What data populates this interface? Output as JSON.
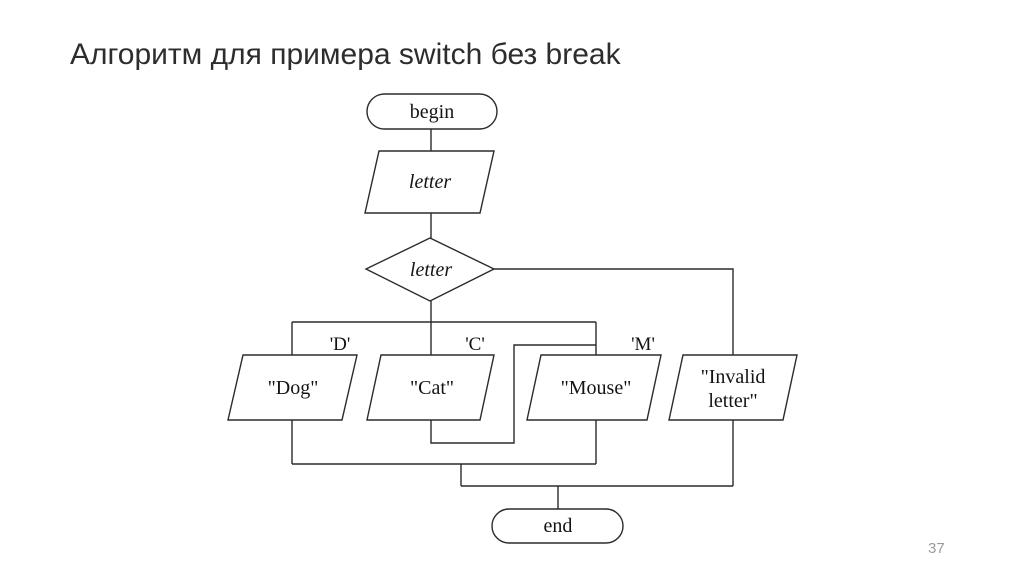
{
  "slide": {
    "title": "Алгоритм для примера switch без break",
    "page_number": "37",
    "colors": {
      "background": "#ffffff",
      "title_text": "#2d2d2d",
      "diagram_line": "#2b2b2b",
      "diagram_text": "#141414",
      "page_number_text": "#9b9b9b"
    }
  },
  "flowchart": {
    "begin": {
      "shape": "terminator",
      "label": "begin"
    },
    "input": {
      "shape": "parallelogram",
      "label": "letter"
    },
    "decision": {
      "shape": "diamond",
      "label": "letter"
    },
    "cases": {
      "d": "'D'",
      "c": "'C'",
      "m": "'M'"
    },
    "outputs": {
      "dog": "\"Dog\"",
      "cat": "\"Cat\"",
      "mouse": "\"Mouse\"",
      "invalid_line1": "\"Invalid",
      "invalid_line2": "letter\""
    },
    "end": {
      "shape": "terminator",
      "label": "end"
    }
  }
}
